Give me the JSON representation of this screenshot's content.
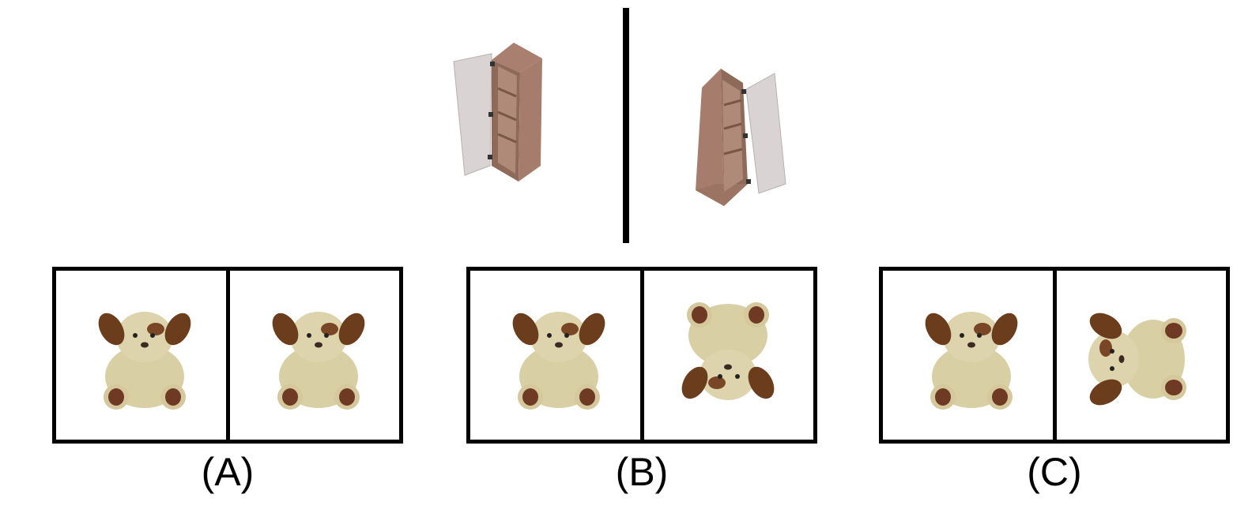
{
  "options": [
    {
      "label": "(A)"
    },
    {
      "label": "(B)"
    },
    {
      "label": "(C)"
    }
  ],
  "icons": {
    "reference_left": "cabinet-door-open-left-icon",
    "reference_right": "cabinet-door-open-right-icon",
    "option_object": "teddy-dog-icon"
  },
  "colors": {
    "frame": "#000000",
    "cabinet_wood": "#9a7565",
    "cabinet_door": "#d8d2d2",
    "plush_body": "#d9cfa5",
    "plush_ears": "#6b3d1c",
    "plush_paws": "#6e3a24"
  }
}
